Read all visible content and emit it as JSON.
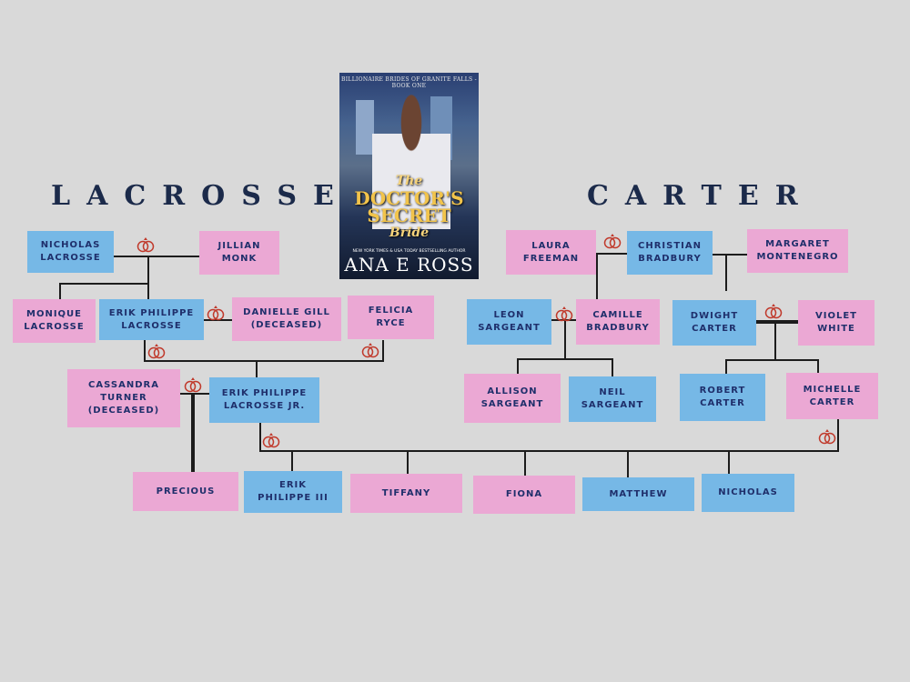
{
  "families": {
    "left": "LACROSSE",
    "right": "CARTER"
  },
  "book": {
    "series": "BILLIONAIRE BRIDES OF GRANITE FALLS - BOOK ONE",
    "title_line1": "The",
    "title_line2": "DOCTOR'S",
    "title_line3": "SECRET",
    "title_line4": "Bride",
    "byline": "NEW YORK TIMES & USA TODAY BESTSELLING AUTHOR",
    "author": "ANA E ROSS"
  },
  "people": {
    "nicholas_sr": "NICHOLAS\nLACROSSE",
    "jillian": "JILLIAN\nMONK",
    "monique": "MONIQUE\nLACROSSE",
    "erik_sr": "ERIK PHILIPPE\nLACROSSE",
    "danielle": "DANIELLE GILL\n(DECEASED)",
    "felicia": "FELICIA\nRYCE",
    "cassandra": "CASSANDRA\nTURNER\n(DECEASED)",
    "erik_jr": "ERIK PHILIPPE\nLACROSSE JR.",
    "precious": "PRECIOUS",
    "erik_iii": "ERIK\nPHILIPPE III",
    "tiffany": "TIFFANY",
    "fiona": "FIONA",
    "matthew": "MATTHEW",
    "nicholas_jr": "NICHOLAS",
    "laura": "LAURA\nFREEMAN",
    "christian": "CHRISTIAN\nBRADBURY",
    "margaret": "MARGARET\nMONTENEGRO",
    "leon": "LEON\nSARGEANT",
    "camille": "CAMILLE\nBRADBURY",
    "dwight": "DWIGHT\nCARTER",
    "violet": "VIOLET\nWHITE",
    "allison": "ALLISON\nSARGEANT",
    "neil": "NEIL\nSARGEANT",
    "robert": "ROBERT\nCARTER",
    "michelle": "MICHELLE\nCARTER"
  },
  "colors": {
    "female": "#eba8d4",
    "male": "#76b8e6",
    "marriage_icon": "#c0392b"
  }
}
